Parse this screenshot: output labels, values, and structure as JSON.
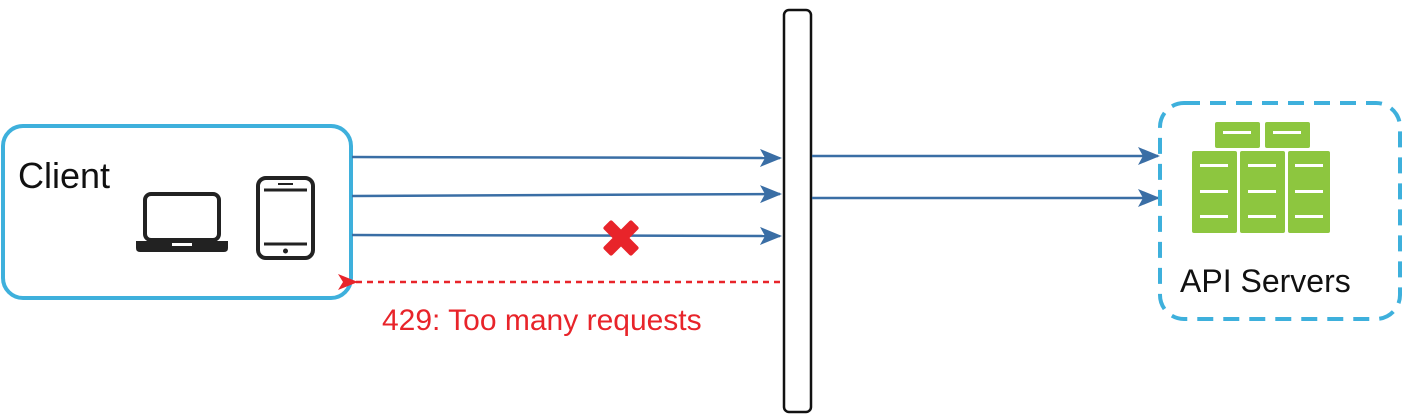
{
  "client": {
    "label": "Client",
    "devices": [
      "laptop-icon",
      "tablet-icon"
    ]
  },
  "servers": {
    "label": "API Servers",
    "icon": "server-stack-icon"
  },
  "rate_limiter": {
    "icon": "rate-limiter-bar"
  },
  "requests": {
    "incoming_count": 3,
    "forwarded_count": 2,
    "blocked_count": 1
  },
  "response": {
    "label": "429: Too many requests"
  },
  "colors": {
    "client_border": "#3eb0dc",
    "server_border": "#3eb0dc",
    "arrow": "#3a6ea5",
    "error": "#e8242a",
    "server_green": "#8dc63f",
    "server_green_dark": "#6ea42b",
    "device": "#222222"
  }
}
